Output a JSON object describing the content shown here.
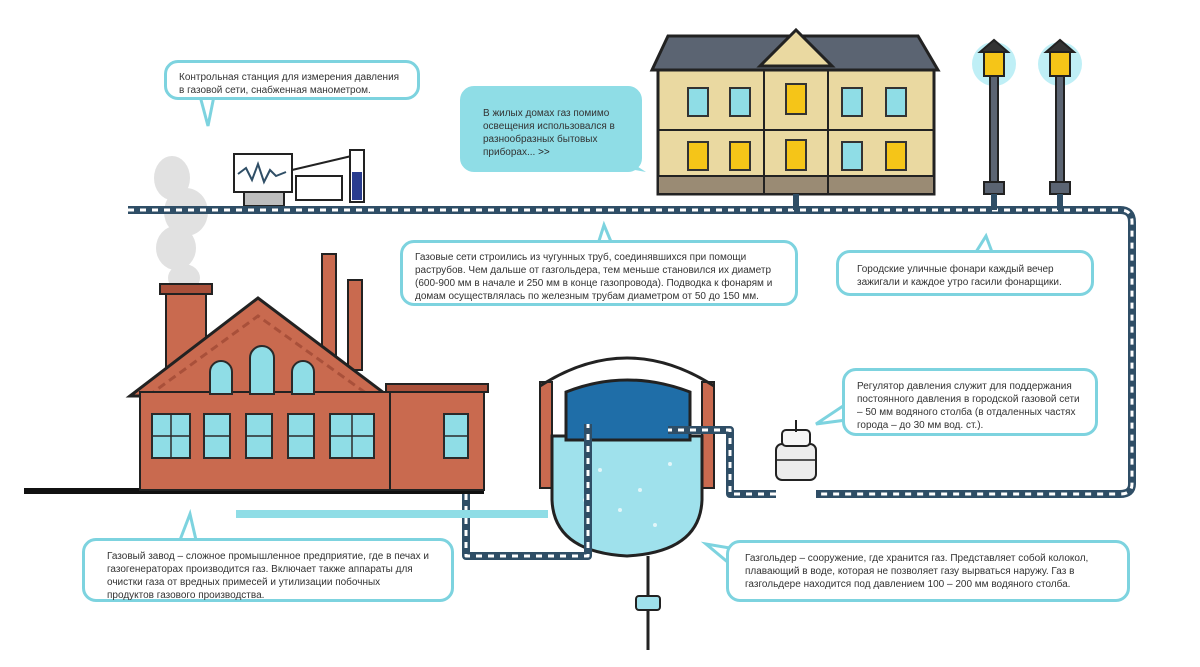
{
  "colors": {
    "pipe": "#2f4e66",
    "pipe_dash": "#ffffff",
    "callout_border": "#7dd3df",
    "callout_fill": "#8fdde6",
    "brick": "#c96a4f",
    "brick_dark": "#a9503a",
    "house_wall": "#ead9a1",
    "roof": "#5b6472",
    "water": "#9fe1ec",
    "water_dark": "#1f6ea8",
    "lamp_glow": "#bfeff6",
    "question": "#f5c518"
  },
  "callouts": {
    "control_station": "Контрольная станция для измерения давления в газовой сети, снабженная манометром.",
    "homes": "В жилых домах газ помимо освещения использовался в разнообразных бытовых приборах...",
    "homes_more": ">>",
    "networks": "Газовые сети строились из чугунных труб, соединявшихся при помощи раструбов. Чем дальше от газгольдера, тем меньше становился их диаметр (600-900 мм в начале и 250 мм в конце газопровода). Подводка к фонарям и домам осуществлялась по железным трубам диаметром от 50 до 150 мм.",
    "lamps": "Городские уличные фонари каждый вечер зажигали и каждое утро гасили фонарщики.",
    "regulator": "Регулятор давления служит для поддержания постоянного давления в городской газовой сети – 50 мм водяного столба (в отдаленных частях города – до 30 мм вод. ст.).",
    "plant": "Газовый завод – сложное промышленное предприятие, где в печах и газогенераторах производится газ. Включает также аппараты для очистки газа от вредных примесей и утилизации побочных продуктов газового производства.",
    "gasholder": "Газгольдер – сооружение, где хранится газ. Представляет собой колокол, плавающий в воде, которая не позволяет газу вырваться наружу. Газ в газгольдере находится под давлением 100 – 200 мм водяного столба."
  },
  "question_mark": "?"
}
